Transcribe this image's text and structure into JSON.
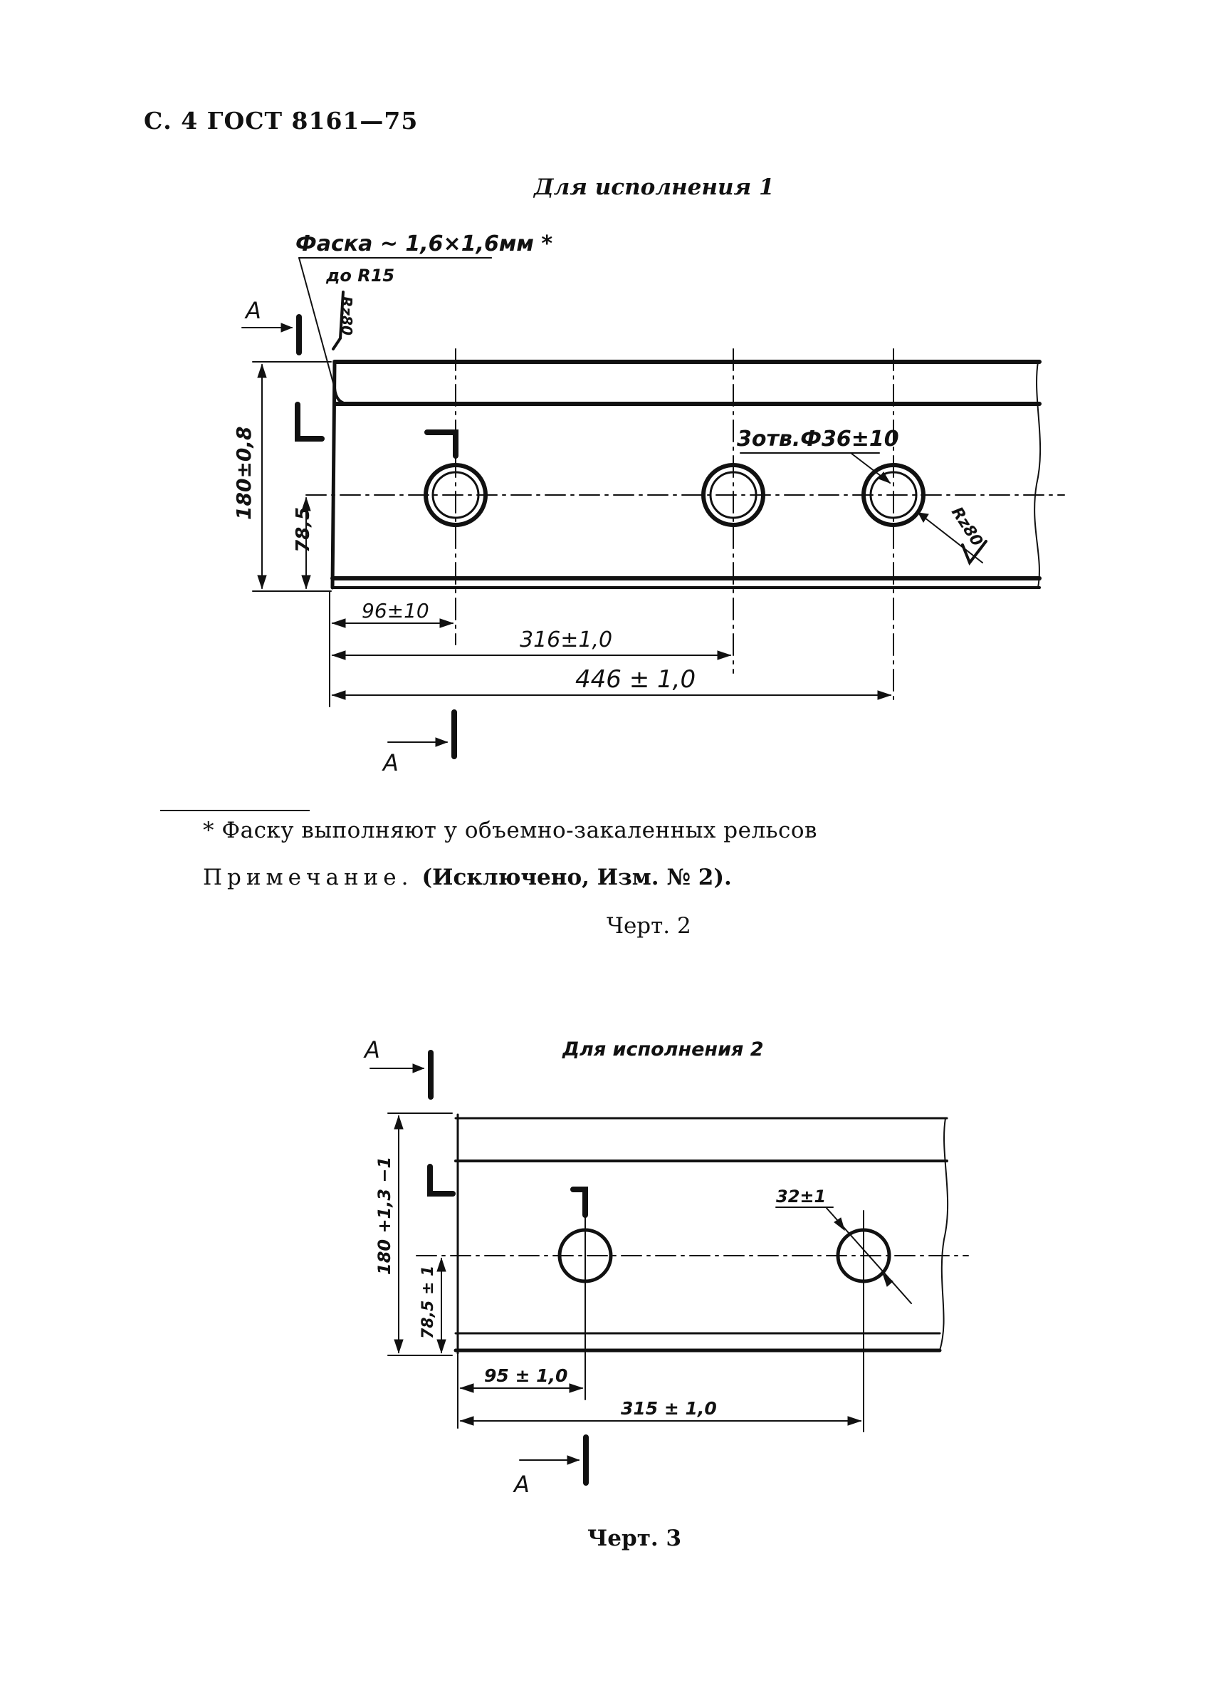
{
  "header": "С. 4 ГОСТ 8161—75",
  "figure2": {
    "title": "Для исполнения 1",
    "chamfer_label": "Фаска ~ 1,6×1,6мм *",
    "chamfer_sub": "до R15",
    "roughness_top": "Rz80",
    "roughness_hole": "Rz80",
    "section_mark": "А",
    "holes_label": "3отв.Ф36±10",
    "dim_height": "180±0,8",
    "dim_axis": "78,5",
    "dim_x1": "96±10",
    "dim_x2": "316±1,0",
    "dim_x3": "446 ± 1,0",
    "footnote": "* Фаску выполняют у объемно-закаленных рельсов",
    "note_label": "Примечание.",
    "note_text": "(Исключено, Изм. № 2).",
    "caption": "Черт. 2"
  },
  "figure3": {
    "title": "Для исполнения 2",
    "section_mark": "А",
    "hole_label": "32±1",
    "dim_height": "180 +1,3 −1",
    "dim_axis": "78,5 ± 1",
    "dim_x1": "95 ± 1,0",
    "dim_x2": "315 ± 1,0",
    "caption": "Черт. 3"
  }
}
